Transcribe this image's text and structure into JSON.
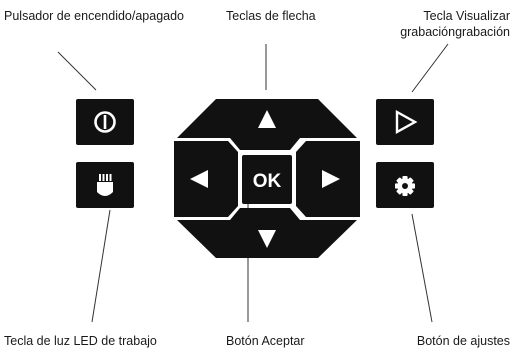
{
  "labels": {
    "power_key": "Pulsador de encendido/apagado",
    "arrow_keys": "Teclas de flecha",
    "view_recording_line1": "Tecla Visualizar",
    "view_recording_line2": "grabacióngrabación",
    "led_light_key": "Tecla de luz LED de trabajo",
    "accept_button": "Botón Aceptar",
    "settings_button": "Botón de ajustes"
  },
  "buttons": {
    "ok_text": "OK"
  },
  "colors": {
    "key_fill": "#111111",
    "key_symbol": "#ffffff",
    "leader_line": "#333333",
    "background": "#ffffff"
  },
  "icons": {
    "power": "power-icon",
    "led": "led-light-icon",
    "play": "play-icon",
    "settings": "gear-icon",
    "up": "arrow-up-icon",
    "down": "arrow-down-icon",
    "left": "arrow-left-icon",
    "right": "arrow-right-icon"
  }
}
